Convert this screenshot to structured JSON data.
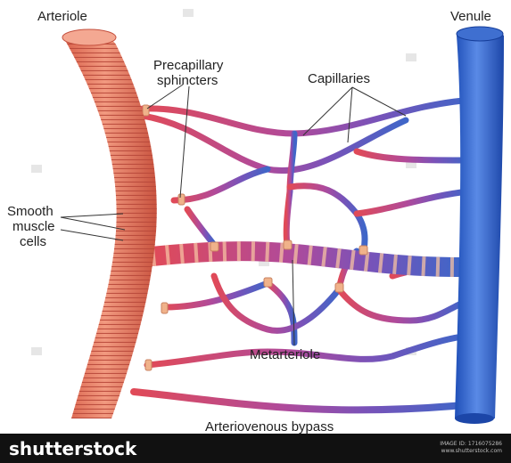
{
  "labels": {
    "arteriole": "Arteriole",
    "venule": "Venule",
    "precapillary_line1": "Precapillary",
    "precapillary_line2": "sphincters",
    "capillaries": "Capillaries",
    "smooth_line1": "Smooth",
    "smooth_line2": "muscle",
    "smooth_line3": "cells",
    "metarteriole": "Metarteriole",
    "av_bypass": "Arteriovenous bypass"
  },
  "footer": {
    "logo": "shutterstock",
    "image_id": "IMAGE ID: 1716075286",
    "site": "www.shutterstock.com"
  },
  "colors": {
    "artery": "#e8735f",
    "artery_stripe": "#c4503e",
    "vein": "#2f63c8",
    "vein_light": "#5a88e0",
    "capillary_red": "#d9405f",
    "capillary_purple": "#8a4fae",
    "capillary_blue": "#4a66c4",
    "sphincter": "#f0b28a",
    "footer_bg": "#111111"
  }
}
